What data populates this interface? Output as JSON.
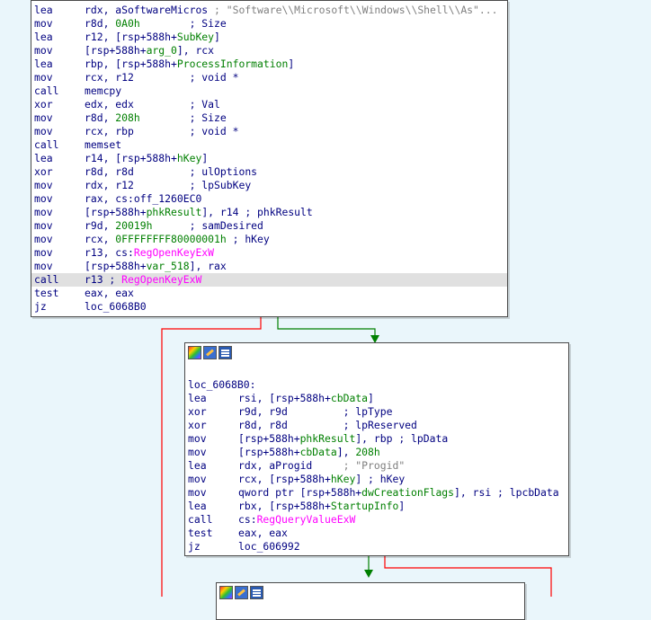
{
  "colors": {
    "background": "#eaf6fb",
    "mnemonic": "#000080",
    "number": "#007f00",
    "string": "#7f7f7f",
    "import": "#ff00ff",
    "edge_taken": "#008000",
    "edge_fallthrough": "#ff0000",
    "highlight": "#e0e0e0"
  },
  "toolbar_icons": [
    "palette-icon",
    "edit-icon",
    "list-icon"
  ],
  "block1": {
    "lines": [
      {
        "mn": "lea",
        "ops": [
          {
            "t": "rdx, aSoftwareMicros ",
            "c": "op"
          },
          {
            "t": "; \"Software\\\\Microsoft\\\\Windows\\\\Shell\\\\As\"...",
            "c": "str"
          }
        ]
      },
      {
        "mn": "mov",
        "ops": [
          {
            "t": "r8d, ",
            "c": "op"
          },
          {
            "t": "0A0h",
            "c": "num"
          },
          {
            "t": "        ; Size",
            "c": "cmt"
          }
        ]
      },
      {
        "mn": "lea",
        "ops": [
          {
            "t": "r12, [rsp+588h+",
            "c": "op"
          },
          {
            "t": "SubKey",
            "c": "num"
          },
          {
            "t": "]",
            "c": "op"
          }
        ]
      },
      {
        "mn": "mov",
        "ops": [
          {
            "t": "[rsp+588h+",
            "c": "op"
          },
          {
            "t": "arg_0",
            "c": "num"
          },
          {
            "t": "], rcx",
            "c": "op"
          }
        ]
      },
      {
        "mn": "lea",
        "ops": [
          {
            "t": "rbp, [rsp+588h+",
            "c": "op"
          },
          {
            "t": "ProcessInformation",
            "c": "num"
          },
          {
            "t": "]",
            "c": "op"
          }
        ]
      },
      {
        "mn": "mov",
        "ops": [
          {
            "t": "rcx, r12         ",
            "c": "op"
          },
          {
            "t": "; void *",
            "c": "cmt"
          }
        ]
      },
      {
        "mn": "call",
        "ops": [
          {
            "t": "memcpy",
            "c": "op"
          }
        ]
      },
      {
        "mn": "xor",
        "ops": [
          {
            "t": "edx, edx         ",
            "c": "op"
          },
          {
            "t": "; Val",
            "c": "cmt"
          }
        ]
      },
      {
        "mn": "mov",
        "ops": [
          {
            "t": "r8d, ",
            "c": "op"
          },
          {
            "t": "208h",
            "c": "num"
          },
          {
            "t": "        ; Size",
            "c": "cmt"
          }
        ]
      },
      {
        "mn": "mov",
        "ops": [
          {
            "t": "rcx, rbp         ",
            "c": "op"
          },
          {
            "t": "; void *",
            "c": "cmt"
          }
        ]
      },
      {
        "mn": "call",
        "ops": [
          {
            "t": "memset",
            "c": "op"
          }
        ]
      },
      {
        "mn": "lea",
        "ops": [
          {
            "t": "r14, [rsp+588h+",
            "c": "op"
          },
          {
            "t": "hKey",
            "c": "num"
          },
          {
            "t": "]",
            "c": "op"
          }
        ]
      },
      {
        "mn": "xor",
        "ops": [
          {
            "t": "r8d, r8d         ",
            "c": "op"
          },
          {
            "t": "; ulOptions",
            "c": "cmt"
          }
        ]
      },
      {
        "mn": "mov",
        "ops": [
          {
            "t": "rdx, r12         ",
            "c": "op"
          },
          {
            "t": "; lpSubKey",
            "c": "cmt"
          }
        ]
      },
      {
        "mn": "mov",
        "ops": [
          {
            "t": "rax, cs:off_1260EC0",
            "c": "op"
          }
        ]
      },
      {
        "mn": "mov",
        "ops": [
          {
            "t": "[rsp+588h+",
            "c": "op"
          },
          {
            "t": "phkResult",
            "c": "num"
          },
          {
            "t": "], r14 ; phkResult",
            "c": "op"
          }
        ]
      },
      {
        "mn": "mov",
        "ops": [
          {
            "t": "r9d, ",
            "c": "op"
          },
          {
            "t": "20019h",
            "c": "num"
          },
          {
            "t": "      ; samDesired",
            "c": "cmt"
          }
        ]
      },
      {
        "mn": "mov",
        "ops": [
          {
            "t": "rcx, ",
            "c": "op"
          },
          {
            "t": "0FFFFFFFF80000001h",
            "c": "num"
          },
          {
            "t": " ; hKey",
            "c": "cmt"
          }
        ]
      },
      {
        "mn": "mov",
        "ops": [
          {
            "t": "r13, cs:",
            "c": "op"
          },
          {
            "t": "RegOpenKeyExW",
            "c": "imp"
          }
        ]
      },
      {
        "mn": "mov",
        "ops": [
          {
            "t": "[rsp+588h+",
            "c": "op"
          },
          {
            "t": "var_518",
            "c": "num"
          },
          {
            "t": "], rax",
            "c": "op"
          }
        ]
      },
      {
        "mn": "call",
        "hl": true,
        "ops": [
          {
            "t": "r13 ; ",
            "c": "op"
          },
          {
            "t": "RegOpenKeyExW",
            "c": "imp"
          }
        ]
      },
      {
        "mn": "test",
        "ops": [
          {
            "t": "eax, eax",
            "c": "op"
          }
        ]
      },
      {
        "mn": "jz",
        "ops": [
          {
            "t": "loc_6068B0",
            "c": "op"
          }
        ]
      }
    ]
  },
  "block2": {
    "label": "loc_6068B0:",
    "lines": [
      {
        "mn": "lea",
        "ops": [
          {
            "t": "rsi, [rsp+588h+",
            "c": "op"
          },
          {
            "t": "cbData",
            "c": "num"
          },
          {
            "t": "]",
            "c": "op"
          }
        ]
      },
      {
        "mn": "xor",
        "ops": [
          {
            "t": "r9d, r9d         ",
            "c": "op"
          },
          {
            "t": "; lpType",
            "c": "cmt"
          }
        ]
      },
      {
        "mn": "xor",
        "ops": [
          {
            "t": "r8d, r8d         ",
            "c": "op"
          },
          {
            "t": "; lpReserved",
            "c": "cmt"
          }
        ]
      },
      {
        "mn": "mov",
        "ops": [
          {
            "t": "[rsp+588h+",
            "c": "op"
          },
          {
            "t": "phkResult",
            "c": "num"
          },
          {
            "t": "], rbp ; lpData",
            "c": "op"
          }
        ]
      },
      {
        "mn": "mov",
        "ops": [
          {
            "t": "[rsp+588h+",
            "c": "op"
          },
          {
            "t": "cbData",
            "c": "num"
          },
          {
            "t": "], ",
            "c": "op"
          },
          {
            "t": "208h",
            "c": "num"
          }
        ]
      },
      {
        "mn": "lea",
        "ops": [
          {
            "t": "rdx, aProgid     ",
            "c": "op"
          },
          {
            "t": "; \"Progid\"",
            "c": "str"
          }
        ]
      },
      {
        "mn": "mov",
        "ops": [
          {
            "t": "rcx, [rsp+588h+",
            "c": "op"
          },
          {
            "t": "hKey",
            "c": "num"
          },
          {
            "t": "] ; hKey",
            "c": "op"
          }
        ]
      },
      {
        "mn": "mov",
        "ops": [
          {
            "t": "qword ptr [rsp+588h+",
            "c": "op"
          },
          {
            "t": "dwCreationFlags",
            "c": "num"
          },
          {
            "t": "], rsi ; lpcbData",
            "c": "op"
          }
        ]
      },
      {
        "mn": "lea",
        "ops": [
          {
            "t": "rbx, [rsp+588h+",
            "c": "op"
          },
          {
            "t": "StartupInfo",
            "c": "num"
          },
          {
            "t": "]",
            "c": "op"
          }
        ]
      },
      {
        "mn": "call",
        "ops": [
          {
            "t": "cs:",
            "c": "op"
          },
          {
            "t": "RegQueryValueExW",
            "c": "imp"
          }
        ]
      },
      {
        "mn": "test",
        "ops": [
          {
            "t": "eax, eax",
            "c": "op"
          }
        ]
      },
      {
        "mn": "jz",
        "ops": [
          {
            "t": "loc_606992",
            "c": "op"
          }
        ]
      }
    ]
  }
}
